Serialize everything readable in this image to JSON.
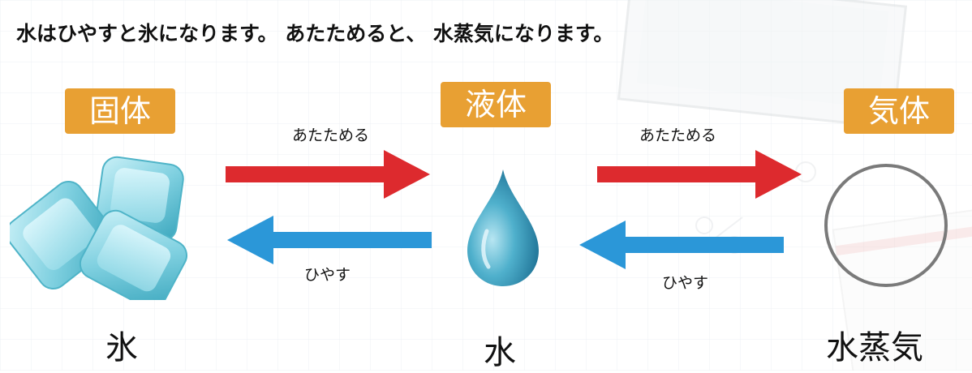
{
  "headline": "水はひやすと氷になります。 あたためると、 水蒸気になります。",
  "states": [
    {
      "badge": "固体",
      "caption": "氷"
    },
    {
      "badge": "液体",
      "caption": "水"
    },
    {
      "badge": "気体",
      "caption": "水蒸気"
    }
  ],
  "arrows": {
    "heat_label_1": "あたためる",
    "cool_label_1": "ひやす",
    "heat_label_2": "あたためる",
    "cool_label_2": "ひやす"
  },
  "colors": {
    "badge": "#e8a033",
    "heat_arrow": "#dd2a2e",
    "cool_arrow": "#2b97d8",
    "ice": "#7fd0e0",
    "water_drop": "#2f8fb0",
    "vapor_circle": "#7a7a7a"
  },
  "icons": {
    "ice": "ice-cubes-icon",
    "water": "water-drop-icon",
    "vapor": "vapor-circle-icon"
  }
}
